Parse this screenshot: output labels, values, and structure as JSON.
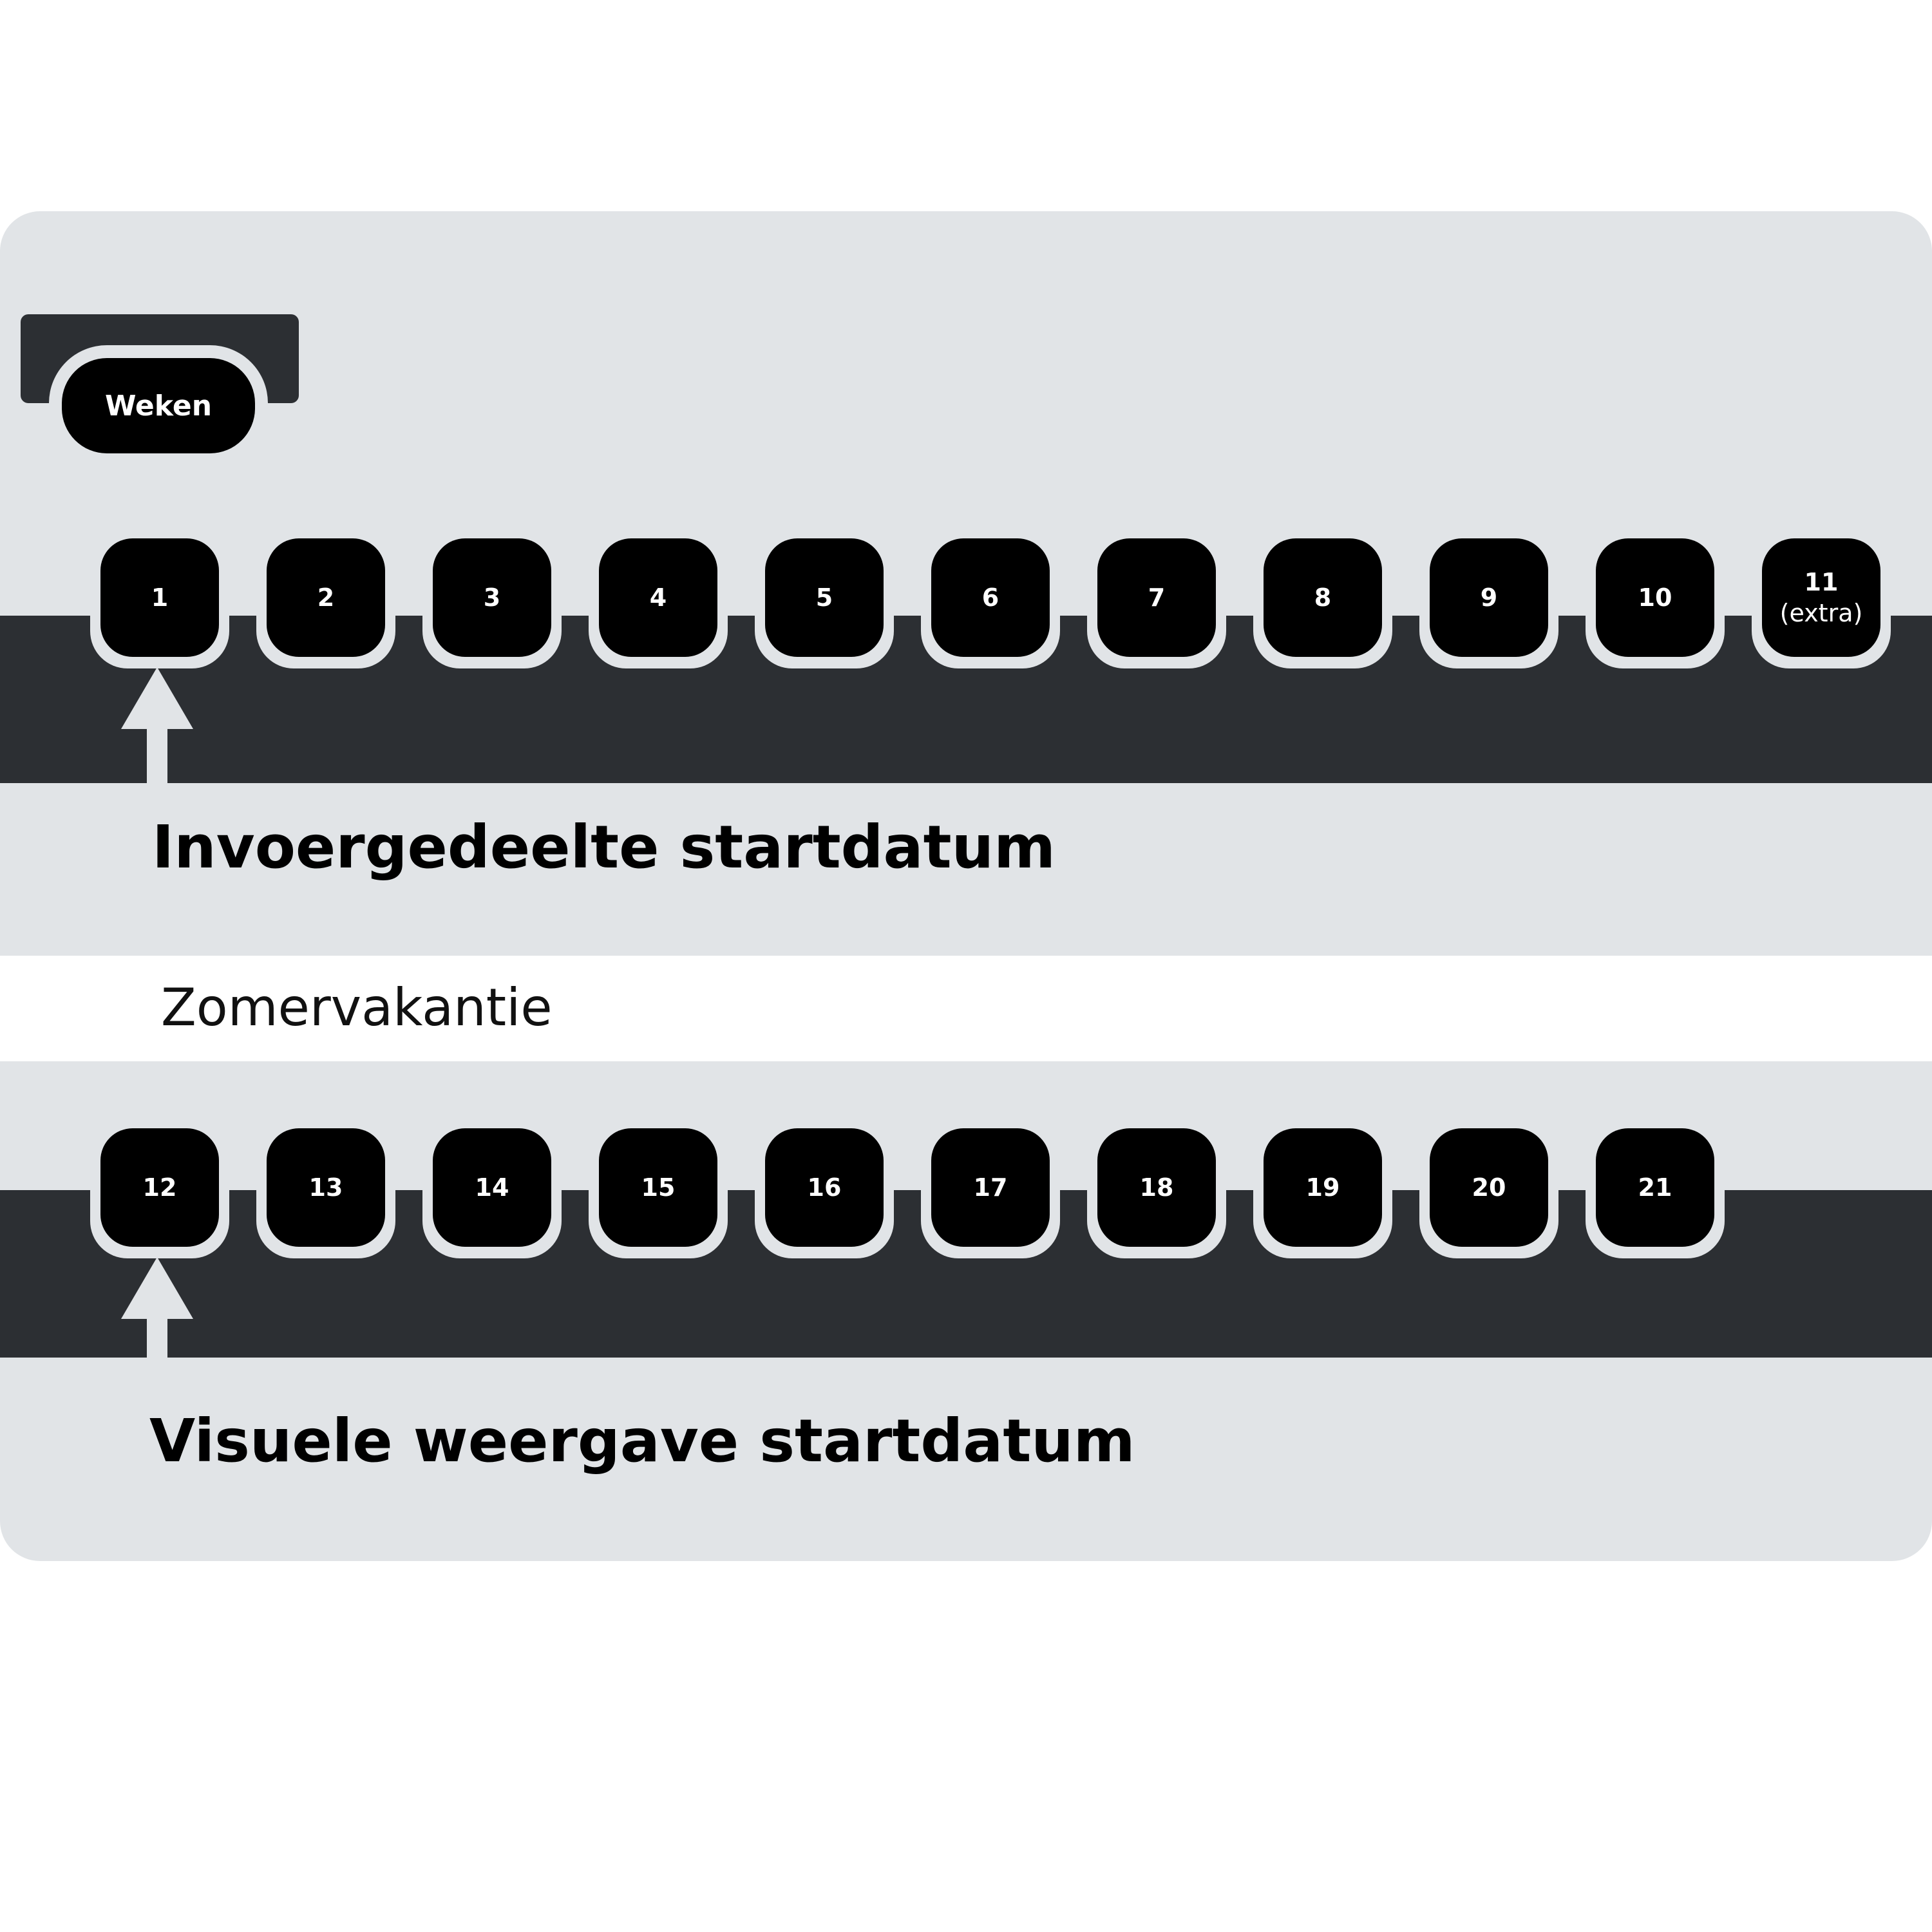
{
  "colors": {
    "panel": "#e1e4e7",
    "band": "#2c2f33",
    "chip": "#000000",
    "chip_text": "#ffffff",
    "background": "#ffffff"
  },
  "tab": {
    "label": "Weken"
  },
  "weeks_row_1": [
    {
      "label": "1"
    },
    {
      "label": "2"
    },
    {
      "label": "3"
    },
    {
      "label": "4"
    },
    {
      "label": "5"
    },
    {
      "label": "6"
    },
    {
      "label": "7"
    },
    {
      "label": "8"
    },
    {
      "label": "9"
    },
    {
      "label": "10"
    },
    {
      "label": "11",
      "sub": "(extra)"
    }
  ],
  "weeks_row_2": [
    {
      "label": "12"
    },
    {
      "label": "13"
    },
    {
      "label": "14"
    },
    {
      "label": "15"
    },
    {
      "label": "16"
    },
    {
      "label": "17"
    },
    {
      "label": "18"
    },
    {
      "label": "19"
    },
    {
      "label": "20"
    },
    {
      "label": "21"
    }
  ],
  "labels": {
    "input_start": "Invoergedeelte startdatum",
    "vacation": "Zomervakantie",
    "visual_start": "Visuele weergave startdatum"
  },
  "icons": [
    "up-arrow-icon"
  ]
}
